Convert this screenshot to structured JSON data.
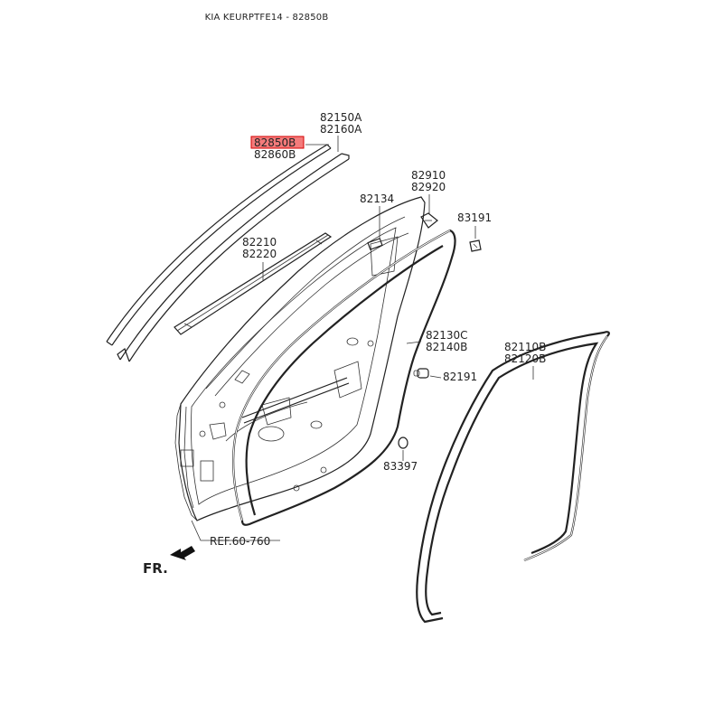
{
  "header": {
    "title": "KIA KEURPTFE14 - 82850B"
  },
  "callouts": {
    "p82850B": "82850B",
    "p82860B": "82860B",
    "p82150A": "82150A",
    "p82160A": "82160A",
    "p82910": "82910",
    "p82920": "82920",
    "p82134": "82134",
    "p83191": "83191",
    "p82210": "82210",
    "p82220": "82220",
    "p82130C": "82130C",
    "p82140B": "82140B",
    "p82191": "82191",
    "p82110B": "82110B",
    "p82120B": "82120B",
    "p83397": "83397",
    "ref": "REF.60-760",
    "front": "FR."
  },
  "highlight": {
    "part": "82850B",
    "fill": "#f47b7b",
    "stroke": "#d40000"
  }
}
